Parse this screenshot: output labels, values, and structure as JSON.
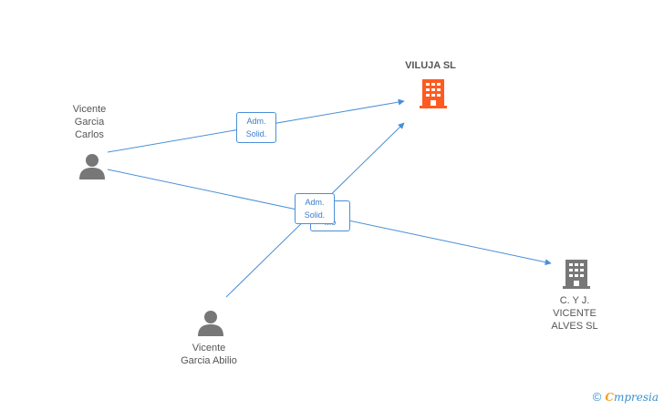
{
  "nodes": {
    "viluja": {
      "name": "VILUJA SL",
      "color": "#ff5a1f"
    },
    "cyj": {
      "name_lines": [
        "C. Y J.",
        "VICENTE",
        "ALVES SL"
      ],
      "color": "#777777"
    },
    "vicente_carlos": {
      "name_lines": [
        "Vicente",
        "Garcia",
        "Carlos"
      ],
      "color": "#777777"
    },
    "vicente_abilio": {
      "name_lines": [
        "Vicente",
        "Garcia Abilio"
      ],
      "color": "#777777"
    }
  },
  "edges": {
    "badge_1": {
      "line1": "Adm.",
      "line2": "Solid."
    },
    "badge_2": {
      "line1": "Adm.",
      "line2": "Solid."
    },
    "badge_3_partial": {
      "line1": "...",
      "line2": "...o"
    }
  },
  "colors": {
    "edge": "#4a8fd8"
  },
  "watermark": {
    "symbol": "©",
    "brand_first": "C",
    "brand_rest": "mpresia"
  }
}
